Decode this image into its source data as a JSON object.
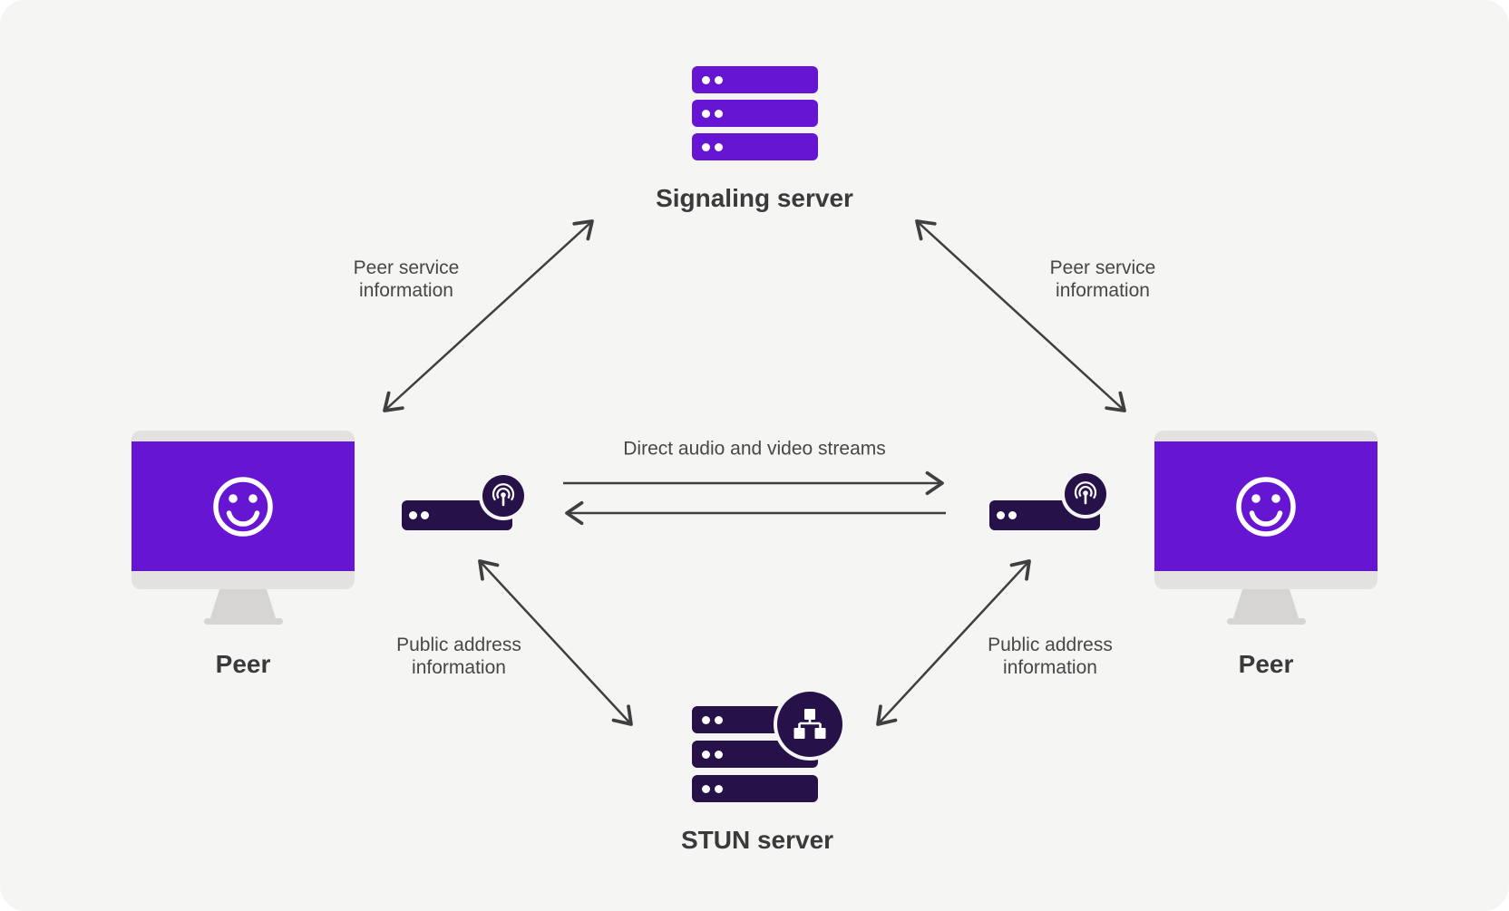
{
  "nodes": {
    "signaling_server": {
      "label": "Signaling server"
    },
    "stun_server": {
      "label": "STUN server"
    },
    "peer_left": {
      "label": "Peer"
    },
    "peer_right": {
      "label": "Peer"
    }
  },
  "edges": {
    "peer_service_left": {
      "label": "Peer service\ninformation"
    },
    "peer_service_right": {
      "label": "Peer service\ninformation"
    },
    "direct_streams": {
      "label": "Direct audio and video streams"
    },
    "public_address_left": {
      "label": "Public address\ninformation"
    },
    "public_address_right": {
      "label": "Public address\ninformation"
    }
  },
  "colors": {
    "canvas": "#F5F5F3",
    "purple": "#6615D2",
    "navy": "#261149",
    "frame": "#E3E2E1",
    "stand": "#D6D5D4",
    "text_dark": "#3A3A3A",
    "text_mid": "#474747",
    "arrow": "#3F3F3F"
  }
}
